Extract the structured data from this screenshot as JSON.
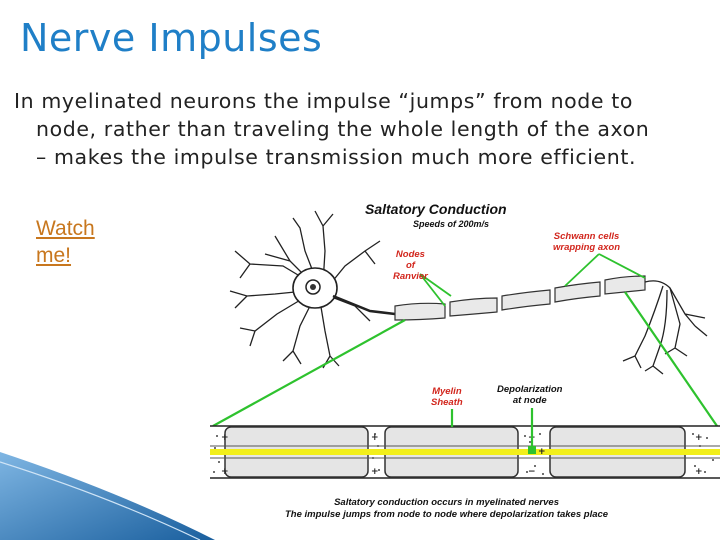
{
  "slide": {
    "title": "Nerve Impulses",
    "body_lines": [
      "In myelinated neurons the impulse “jumps” from node to",
      "node, rather than traveling the whole length of the axon",
      "– makes the impulse transmission much more efficient."
    ],
    "link": {
      "line1": "Watch",
      "line2": "me!"
    }
  },
  "figure": {
    "heading": "Saltatory Conduction",
    "speed": "Speeds of 200m/s",
    "nodes_label": {
      "line1": "Nodes",
      "line2": "of",
      "line3": "Ranvier"
    },
    "schwann_label": {
      "line1": "Schwann cells",
      "line2": "wrapping axon"
    },
    "myelin_label": {
      "line1": "Myelin",
      "line2": "Sheath"
    },
    "depol_label": {
      "line1": "Depolarization",
      "line2": "at node"
    },
    "caption": {
      "line1": "Saltatory conduction occurs in myelinated nerves",
      "line2": "The impulse jumps from node to node where depolarization takes place"
    }
  },
  "colors": {
    "title": "#1f7fc7",
    "link": "#c8771e",
    "label_red": "#d2261d",
    "pointer_green": "#2ec22e",
    "axon_yellow": "#f2ef1a"
  }
}
